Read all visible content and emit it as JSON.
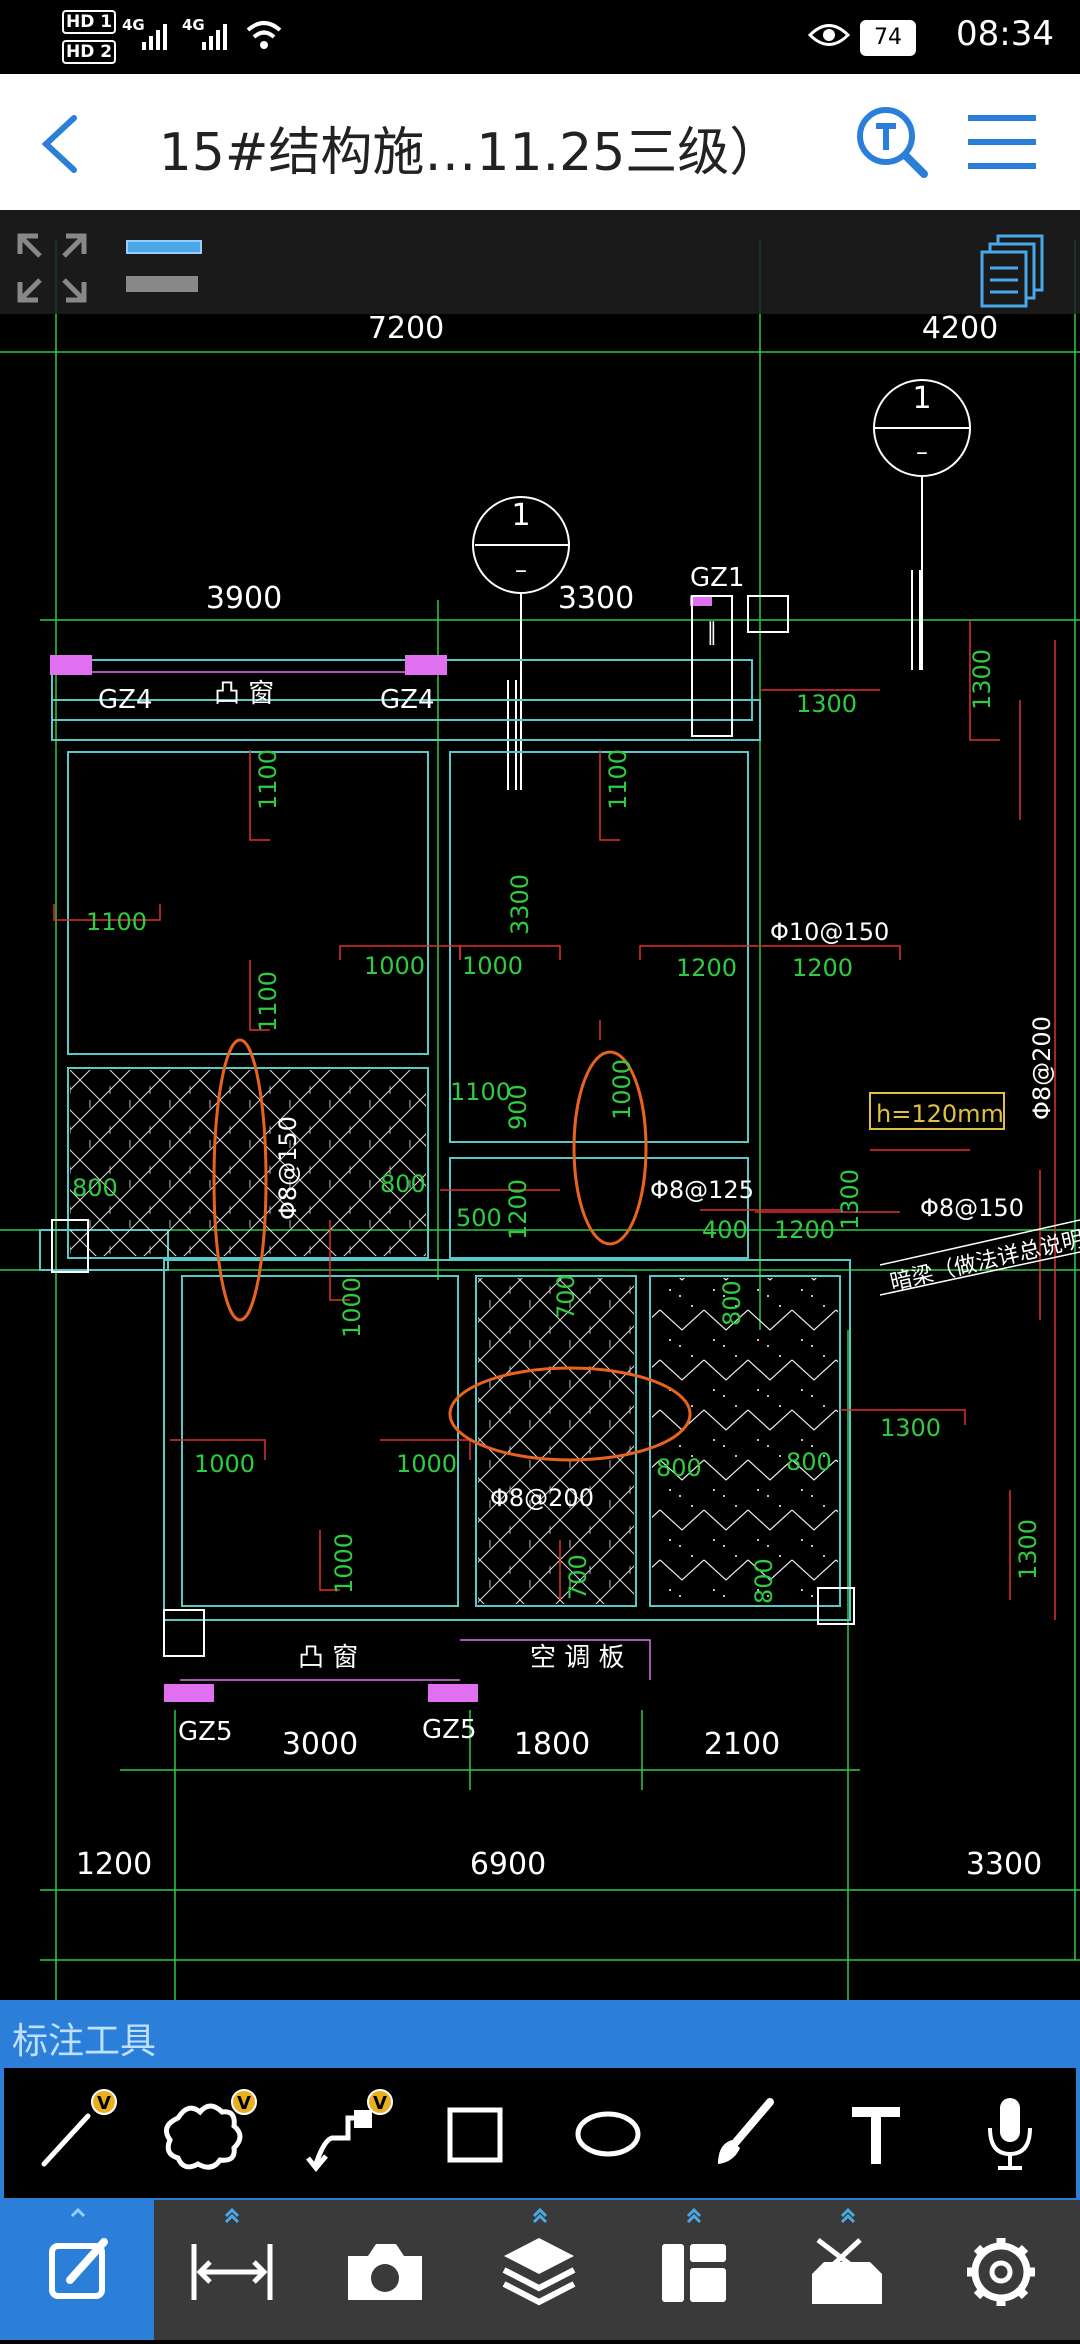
{
  "status_bar": {
    "sim1": "HD 1",
    "sim2": "HD 2",
    "net1": "4G",
    "net2": "4G",
    "battery": "74",
    "time": "08:34"
  },
  "header": {
    "title": "15#结构施…11.25三级）"
  },
  "drawing": {
    "dims_top": [
      "7200",
      "4200"
    ],
    "dims_second": [
      "3900",
      "3300"
    ],
    "dims_bottom_row1": [
      "3000",
      "1800",
      "2100"
    ],
    "dims_bottom_row2": [
      "1200",
      "6900",
      "3300"
    ],
    "column_labels": [
      "GZ4",
      "GZ4",
      "GZ1",
      "GZ5",
      "GZ5"
    ],
    "room_labels": [
      "凸 窗",
      "凸 窗",
      "空 调 板"
    ],
    "rebar_labels": [
      "Φ10@150",
      "Φ8@125",
      "Φ8@150",
      "Φ8@200",
      "Φ8@150",
      "Φ8@200"
    ],
    "beam_label": "暗梁（做法详总说明）",
    "thickness_label": "h=120mm",
    "green_dims": [
      "1300",
      "1300",
      "1100",
      "1100",
      "1100",
      "3300",
      "1000",
      "1000",
      "1200",
      "1200",
      "1100",
      "1100",
      "900",
      "1000",
      "800",
      "800",
      "500",
      "1200",
      "400",
      "1200",
      "1300",
      "1000",
      "700",
      "800",
      "1000",
      "1000",
      "800",
      "800",
      "1300",
      "1000",
      "700",
      "800",
      "1300"
    ]
  },
  "annotation_tools": {
    "title": "标注工具",
    "tools": [
      "line-tool",
      "cloud-tool",
      "arrow-tool",
      "rectangle-tool",
      "ellipse-tool",
      "brush-tool",
      "text-tool",
      "voice-tool"
    ],
    "badge": "V"
  },
  "bottom_nav": {
    "items": [
      "annotate",
      "measure",
      "camera",
      "layers",
      "layout",
      "tools",
      "settings"
    ]
  },
  "colors": {
    "accent": "#2b7fd9",
    "cad_green": "#2ecc40",
    "cad_cyan": "#5bc8c8",
    "cad_red": "#e03030",
    "cad_magenta": "#e070f0",
    "highlight_orange": "#e8641e"
  }
}
